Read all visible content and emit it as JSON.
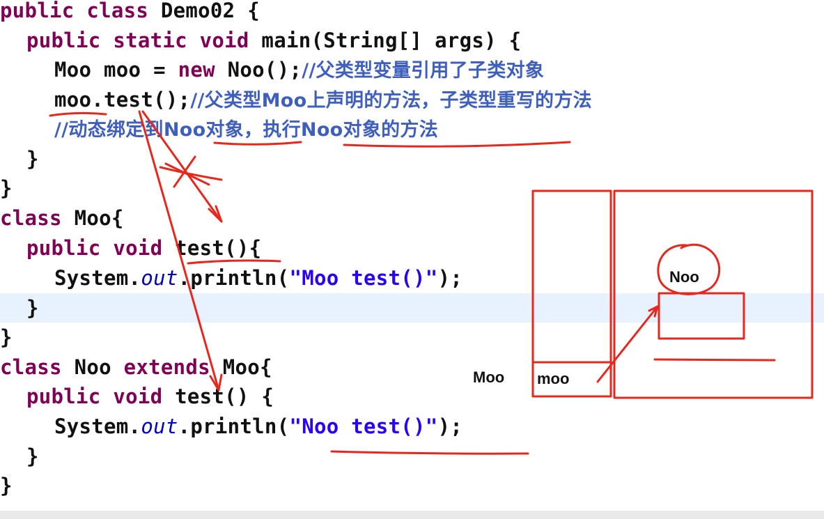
{
  "code": {
    "l1": {
      "kw": "public class",
      "rest": " Demo02 {"
    },
    "l2": {
      "kw": "public static void",
      "rest": " main(String[] args) {"
    },
    "l3": {
      "a": "Moo moo = ",
      "kw": "new",
      "b": " Noo();",
      "comment": "//父类型变量引用了子类对象"
    },
    "l4": {
      "a": "moo.test();",
      "comment": "//父类型Moo上声明的方法，子类型重写的方法"
    },
    "l5": {
      "comment": "//动态绑定到Noo对象，执行Noo对象的方法"
    },
    "l6": "}",
    "l7": "}",
    "l8": {
      "kw": "class",
      "rest": " Moo{"
    },
    "l9": {
      "kw": "public void",
      "rest": " test(){"
    },
    "l10": {
      "a": "System.",
      "out": "out",
      "b": ".println(",
      "str": "\"Moo test()\"",
      "c": ");"
    },
    "l11": "}",
    "l12": "}",
    "l13": {
      "kw1": "class",
      "mid": " Noo ",
      "kw2": "extends",
      "rest": " Moo{"
    },
    "l14": {
      "kw": "public void",
      "rest": " test() {"
    },
    "l15": {
      "a": "System.",
      "out": "out",
      "b": ".println(",
      "str": "\"Noo test()\"",
      "c": ");"
    },
    "l16": "}",
    "l17": "}"
  },
  "diagram": {
    "type_label": "Moo",
    "var_label": "moo",
    "object_label": "Noo"
  },
  "colors": {
    "keyword": "#7f0055",
    "comment": "#3f5fbf",
    "string": "#2a00ff",
    "field": "#0000c0",
    "ink": "#e8261c",
    "current_line": "#e8f2fe"
  }
}
